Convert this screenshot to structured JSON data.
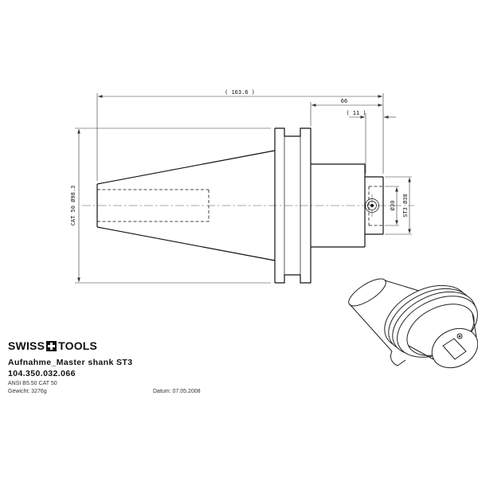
{
  "drawing": {
    "dim_total_length": "( 163.6 )",
    "dim_cylinder_length": "66",
    "dim_nose_length": "( 11 )",
    "dim_flange": "CAT 50 Ø98.3",
    "dim_bore": "Ø30",
    "dim_nose_diameter": "ST3 Ø38"
  },
  "title_block": {
    "brand_prefix": "SWISS",
    "brand_suffix": "TOOLS",
    "product_name": "Aufnahme_Master shank ST3",
    "article_number": "104.350.032.066",
    "standard": "ANSI B5.50 CAT 50",
    "weight": "Gewicht: 3276g",
    "date": "Datum: 07.05.2008"
  },
  "colors": {
    "outline": "#111111",
    "dimension": "#333333",
    "background": "#ffffff"
  }
}
